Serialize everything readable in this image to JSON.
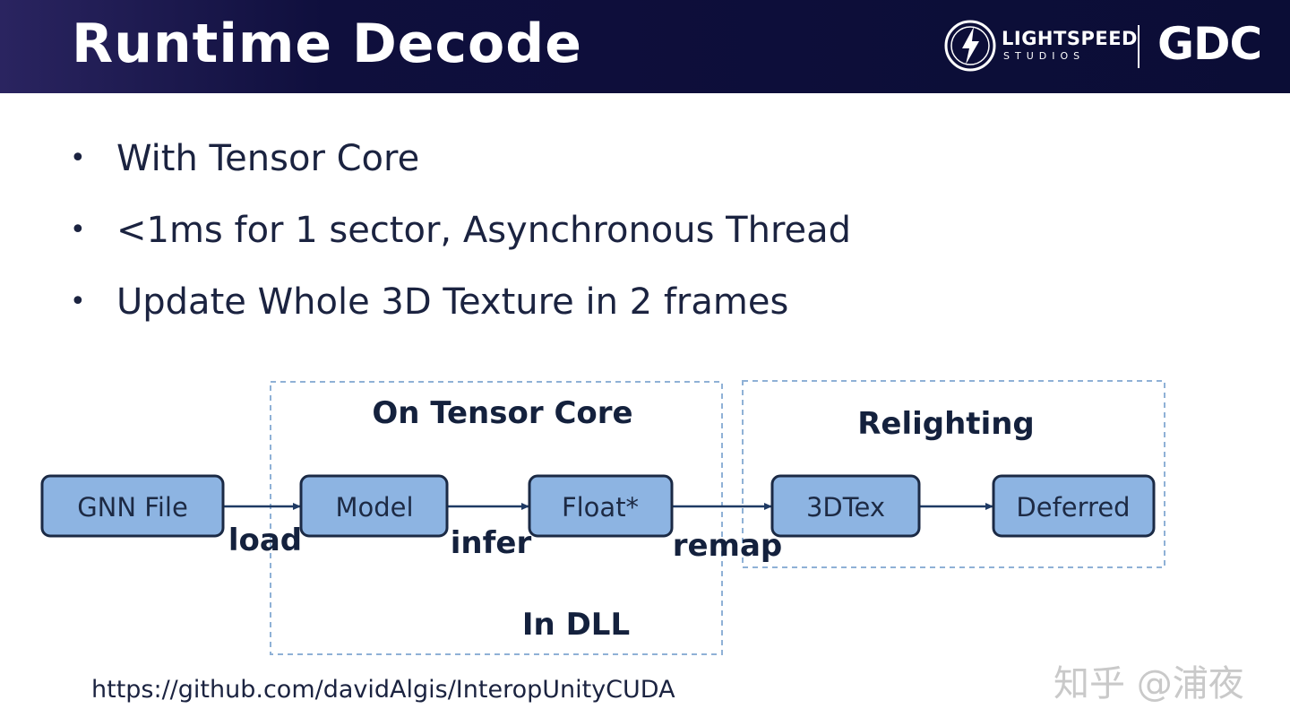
{
  "slide": {
    "title": "Runtime Decode",
    "logos": {
      "studio_line1": "LIGHTSPEED",
      "studio_line2": "STUDIOS",
      "event": "GDC"
    },
    "bullets": [
      "With Tensor Core",
      "<1ms for 1 sector, Asynchronous Thread",
      "Update Whole 3D Texture in 2 frames"
    ],
    "diagram": {
      "nodes": [
        "GNN File",
        "Model",
        "Float*",
        "3DTex",
        "Deferred"
      ],
      "edges": [
        "load",
        "infer",
        "remap"
      ],
      "regions": {
        "tensor_core": "On Tensor Core",
        "dll": "In DLL",
        "relighting": "Relighting"
      }
    },
    "footer_link": "https://github.com/davidAlgis/InteropUnityCUDA",
    "watermark": "知乎 @浦夜"
  },
  "colors": {
    "header_bg": "#0b0d36",
    "node_fill": "#8db4e2",
    "node_border": "#1b2a45",
    "region_border": "#8fb1d6",
    "arrow": "#1f3a64",
    "text": "#1b2340"
  }
}
